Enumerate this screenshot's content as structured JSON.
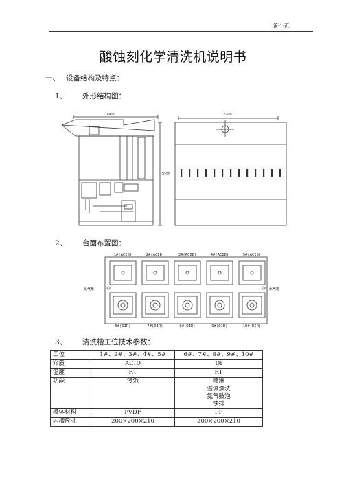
{
  "header": {
    "page_number": "第-1-页"
  },
  "title": "酸蚀刻化学清洗机说明书",
  "section1": {
    "num": "一、",
    "text": "设备结构及特点："
  },
  "sub1": {
    "num": "1、",
    "text": "外形结构图："
  },
  "sub2": {
    "num": "2、",
    "text": "台面布置图："
  },
  "sub3": {
    "num": "3、",
    "text": "清洗槽工位技术参数："
  },
  "figure1": {
    "left_dim": "1400",
    "left_height": "2000",
    "right_dim": "2200"
  },
  "figure2": {
    "top_labels": [
      "1#(ACID)",
      "2#(ACID)",
      "3#(ACID)",
      "4#(ACID)",
      "5#(ACID)"
    ],
    "bottom_labels": [
      "6#(DIR)",
      "7#(DIR)",
      "8#(DIR)",
      "9#(DIR)",
      "10#(DIR)"
    ],
    "left_label": "氮气枪",
    "right_label": "水气枪"
  },
  "table": {
    "rows": [
      [
        "工位",
        "1#、2#、3#、4#、5#",
        "6#、7#、8#、9#、10#"
      ],
      [
        "介质",
        "ACID",
        "DI"
      ],
      [
        "温度",
        "RT",
        "RT"
      ],
      [
        "功能",
        "浸泡",
        "喷淋"
      ],
      [
        "槽体材料",
        "PVDF",
        "PP"
      ],
      [
        "内槽尺寸",
        "200×200×210",
        "200×200×210"
      ]
    ],
    "function_extra": [
      "溢流漂洗",
      "氮气鼓泡",
      "快排"
    ]
  }
}
